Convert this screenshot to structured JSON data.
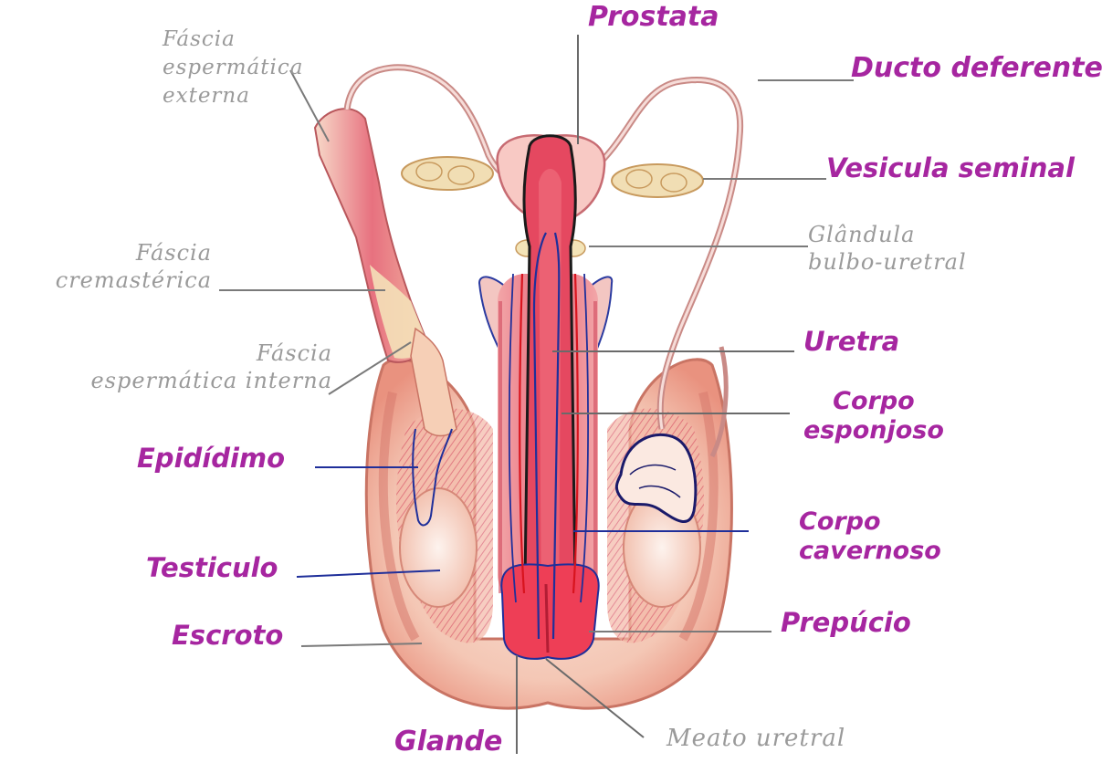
{
  "colors": {
    "handwritten_label": "#a626a0",
    "printed_label": "#9a9a9a",
    "blue_pen": "#1f2f9a",
    "red_pen": "#d8141e",
    "tissue_pink": "#e9738a",
    "tissue_light": "#f6c9b8"
  },
  "labels": {
    "prostata": "Prostata",
    "ducto_deferente": "Ducto deferente",
    "vesicula_seminal": "Vesicula seminal",
    "glandula_bulbo_uretral": [
      "Glândula",
      "bulbo-uretral"
    ],
    "uretra": "Uretra",
    "corpo_esponjoso": [
      "Corpo",
      "esponjoso"
    ],
    "corpo_cavernoso": [
      "Corpo",
      "cavernoso"
    ],
    "prepucio": "Prepúcio",
    "meato_uretral": "Meato uretral",
    "glande": "Glande",
    "escroto": "Escroto",
    "testiculo": "Testiculo",
    "epididimo": "Epidídimo",
    "fascia_espermatica_interna": [
      "Fáscia",
      "espermática interna"
    ],
    "fascia_cremasterica": [
      "Fáscia",
      "cremastérica"
    ],
    "fascia_espermatica_externa": [
      "Fáscia",
      "espermática",
      "externa"
    ]
  }
}
